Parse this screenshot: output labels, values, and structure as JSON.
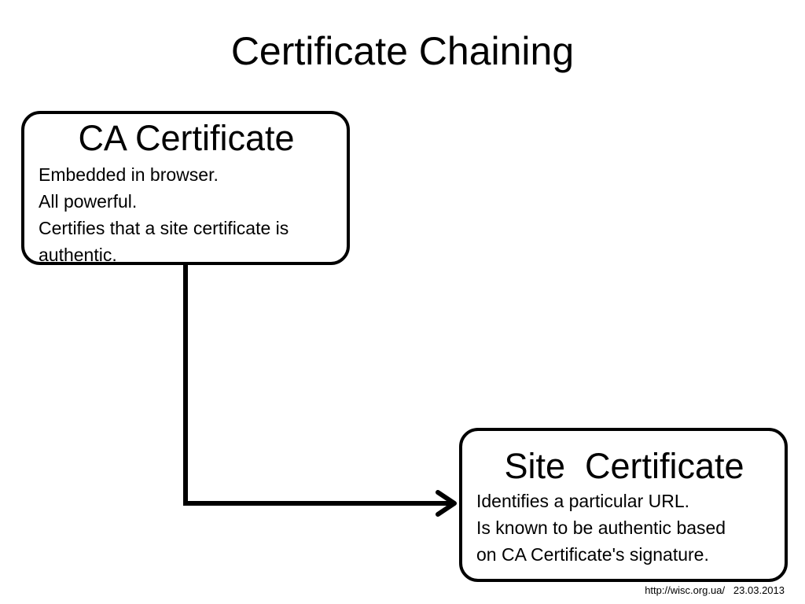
{
  "title": "Certificate Chaining",
  "ca_box": {
    "heading": "CA Certificate",
    "lines": [
      "Embedded in browser.",
      "All powerful.",
      "Certifies that a site certificate is",
      "authentic."
    ]
  },
  "site_box": {
    "heading": "Site  Certificate",
    "lines": [
      "Identifies a particular URL.",
      "Is known to be authentic based",
      "on CA Certificate's signature."
    ]
  },
  "footer": {
    "url": "http://wisc.org.ua/",
    "date": "23.03.2013"
  }
}
